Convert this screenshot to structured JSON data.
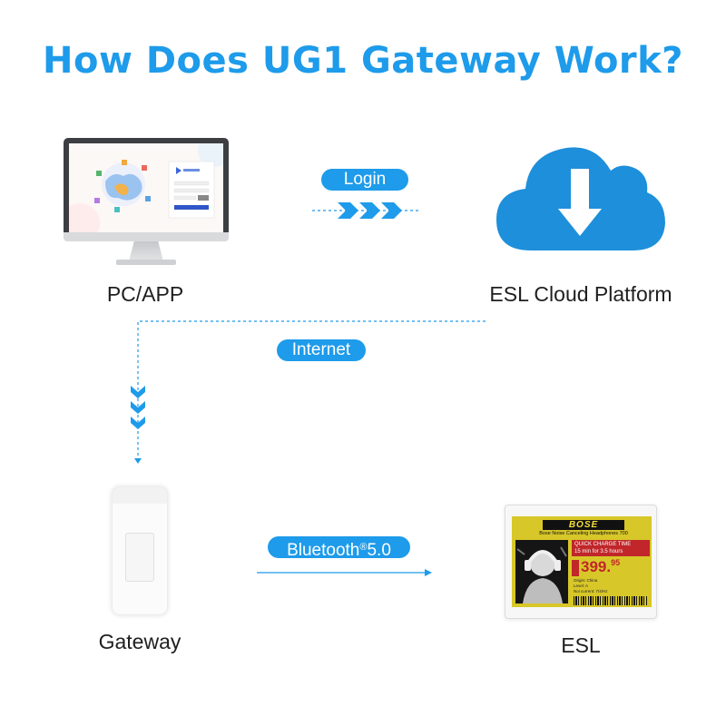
{
  "title": "How Does UG1 Gateway Work?",
  "nodes": {
    "pc": {
      "label": "PC/APP"
    },
    "cloud": {
      "label": "ESL Cloud Platform"
    },
    "gateway": {
      "label": "Gateway"
    },
    "esl": {
      "label": "ESL"
    }
  },
  "connections": {
    "login": {
      "label": "Login"
    },
    "internet": {
      "label": "Internet"
    },
    "bluetooth": {
      "label": "Bluetooth",
      "mark": "®",
      "version": "5.0"
    }
  },
  "esl_tag": {
    "brand": "BOSE",
    "product": "Bose Noise Canceling Headphones 700",
    "promo_line1": "QUICK CHARGE TIME",
    "promo_line2": "15 min for 3.5 hours",
    "price_main": "399.",
    "price_cents": "95",
    "details": [
      "Origin: China",
      "Level: A",
      "Noi current: 7/4/Hz"
    ]
  },
  "colors": {
    "accent": "#1e9bea",
    "cloud": "#1d8fdb",
    "esl_yellow": "#d8c728",
    "esl_red": "#c0262a"
  }
}
